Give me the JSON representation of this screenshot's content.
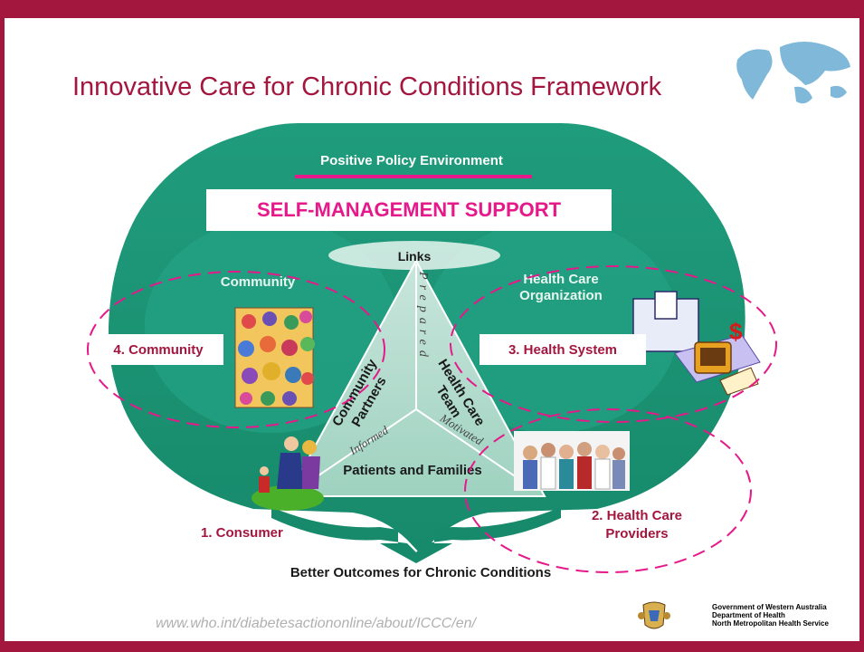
{
  "slide": {
    "title": "Innovative Care for Chronic Conditions Framework",
    "footer_url": "www.who.int/diabetesactiononline/about/ICCC/en/"
  },
  "diagram": {
    "policy_label": "Positive Policy Environment",
    "self_management": "SELF-MANAGEMENT SUPPORT",
    "links_label": "Links",
    "community_label": "Community",
    "organization_label_line1": "Health Care",
    "organization_label_line2": "Organization",
    "prepared_label": "Prepared",
    "community_partners_line1": "Community",
    "community_partners_line2": "Partners",
    "health_care_team_line1": "Health Care",
    "health_care_team_line2": "Team",
    "informed_label": "Informed",
    "motivated_label": "Motivated",
    "patients_label": "Patients and Families",
    "outcomes_label": "Better Outcomes for Chronic Conditions"
  },
  "annotations": {
    "community": "4. Community",
    "health_system": "3. Health System",
    "consumer": "1. Consumer",
    "providers_line1": "2. Health Care",
    "providers_line2": "Providers"
  },
  "government": {
    "line1": "Government of Western Australia",
    "line2": "Department of Health",
    "line3": "North Metropolitan Health Service"
  },
  "colors": {
    "frame": "#a3173f",
    "teal": "#1e9a7a",
    "teal_dark": "#137a5e",
    "annotation_dash": "#e5198a",
    "self_management_text": "#e5198a"
  }
}
